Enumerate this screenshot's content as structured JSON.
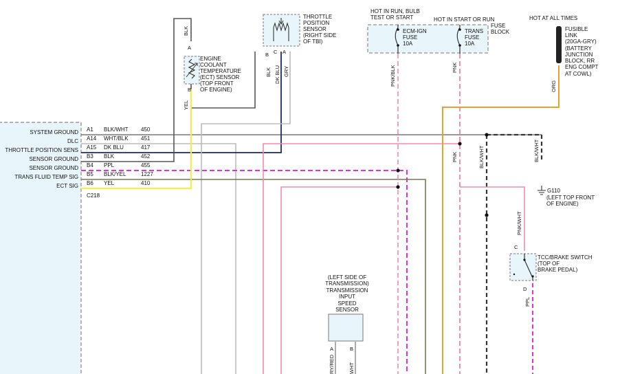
{
  "colors": {
    "blk": "#555555",
    "blk_wht": "#777777",
    "wht_blk": "#bbbbbb",
    "dk_blu": "#1a2a6c",
    "yel": "#f5f03a",
    "ppl": "#e030d8",
    "pnk": "#f08cb0",
    "pnk_blk": "#f0a0c0",
    "org": "#e8a030",
    "blk_yel": "#777755",
    "gry": "#bbbbbb",
    "pcm_fill": "#e8f6fb",
    "component_fill": "#e8f6fb"
  },
  "pcm": {
    "connector": "C218",
    "pins": [
      {
        "label": "SYSTEM GROUND",
        "pin": "A1",
        "wire": "BLK/WHT",
        "circuit": "450"
      },
      {
        "label": "DLC",
        "pin": "A14",
        "wire": "WHT/BLK",
        "circuit": "451"
      },
      {
        "label": "THROTTLE POSITION SENS",
        "pin": "A15",
        "wire": "DK BLU",
        "circuit": "417"
      },
      {
        "label": "SENSOR GROUND",
        "pin": "B3",
        "wire": "BLK",
        "circuit": "452"
      },
      {
        "label": "SENSOR GROUND",
        "pin": "B4",
        "wire": "PPL",
        "circuit": "455"
      },
      {
        "label": "TRANS FLUID TEMP SIG",
        "pin": "B5",
        "wire": "BLK/YEL",
        "circuit": "1227"
      },
      {
        "label": "ECT SIG",
        "pin": "B6",
        "wire": "YEL",
        "circuit": "410"
      }
    ]
  },
  "ect": {
    "lines": [
      "ENGINE",
      "COOLANT",
      "TEMPERATURE",
      "(ECT) SENSOR",
      "(TOP FRONT",
      "OF ENGINE)"
    ],
    "pin_a": "A",
    "pin_b": "B",
    "wire_top": "BLK",
    "wire_bottom": "YEL"
  },
  "tps": {
    "lines": [
      "THROTTLE",
      "POSITION",
      "SENSOR",
      "(RIGHT SIDE",
      "OF TBI)"
    ],
    "pins": [
      "B",
      "C",
      "A"
    ],
    "wires": [
      "BLK",
      "DK BLU",
      "GRY"
    ]
  },
  "fuse_block": {
    "hot1": [
      "HOT IN RUN, BULB",
      "TEST OR START"
    ],
    "hot2": "HOT IN START OR RUN",
    "label": [
      "FUSE",
      "BLOCK"
    ],
    "fuse1": [
      "ECM-IGN",
      "FUSE",
      "10A"
    ],
    "fuse2": [
      "TRANS",
      "FUSE",
      "10A"
    ],
    "wire1": "PNK/BLK",
    "wire2": "PNK"
  },
  "fusible_link": {
    "hot": "HOT AT ALL TIMES",
    "lines": [
      "FUSIBLE",
      "LINK",
      "(20GA-GRY)",
      "(BATTERY",
      "JUNCTION",
      "BLOCK, RR",
      "ENG COMPT",
      "AT COWL)"
    ],
    "wire": "ORG"
  },
  "ground": {
    "wire": "BLK/WHT",
    "name": "G110",
    "lines": [
      "(LEFT TOP FRONT",
      "OF ENGINE)"
    ]
  },
  "mid_labels": {
    "pnk": "PNK",
    "blk_wht": "BLK/WHT"
  },
  "tcc": {
    "lines": [
      "TCC/BRAKE SWITCH",
      "(TOP OF",
      "BRAKE PEDAL)"
    ],
    "pin_c": "C",
    "pin_d": "D",
    "wire_top": "PNK/WHT",
    "wire_bottom": "PPL"
  },
  "speed_sensor": {
    "lines": [
      "(LEFT SIDE OF",
      "TRANSMISSION)",
      "TRANSMISSION",
      "INPUT",
      "SPEED",
      "SENSOR"
    ],
    "pin_a": "A",
    "pin_b": "B",
    "wire_a": "RY/RED",
    "wire_b": "WHT"
  }
}
